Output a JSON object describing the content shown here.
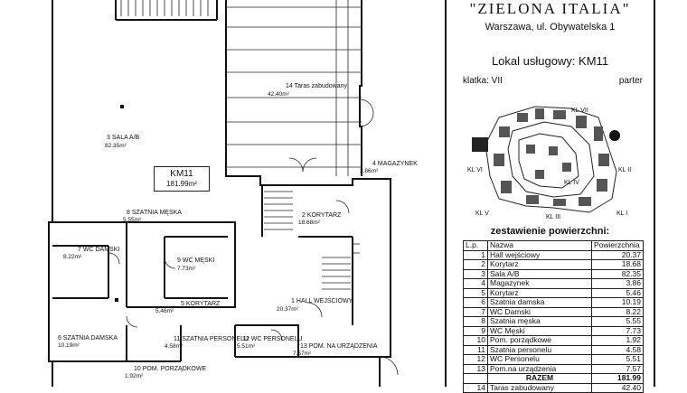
{
  "header": {
    "title": "\"ZIELONA ITALIA\"",
    "address": "Warszawa, ul. Obywatelska 1",
    "lokal": "Lokal usługowy: KM11",
    "klatka": "klatka: VII",
    "level": "parter"
  },
  "sitemap": {
    "labels": [
      "KL VII",
      "KL VI",
      "KL II",
      "KL IV",
      "KL V",
      "KL III",
      "KL I"
    ]
  },
  "unit": {
    "code": "KM11",
    "area": "181.99m²"
  },
  "plan_labels": [
    {
      "num": "3",
      "name": "SALA A/B",
      "area": "82.35m²"
    },
    {
      "num": "14",
      "name": "Taras zabudowany",
      "area": "42.40m²"
    },
    {
      "num": "4",
      "name": "MAGAZYNEK",
      "area": "3.86m²"
    },
    {
      "num": "2",
      "name": "KORYTARZ",
      "area": "18.68m²"
    },
    {
      "num": "8",
      "name": "SZATNIA MĘSKA",
      "area": "5.55m²"
    },
    {
      "num": "7",
      "name": "WC DAMSKI",
      "area": "8.22m²"
    },
    {
      "num": "9",
      "name": "WC MĘSKI",
      "area": "7.73m²"
    },
    {
      "num": "5",
      "name": "KORYTARZ",
      "area": "5.46m²"
    },
    {
      "num": "1",
      "name": "HALL WEJŚCIOWY",
      "area": "20.37m²"
    },
    {
      "num": "6",
      "name": "SZATNIA DAMSKA",
      "area": "10.19m²"
    },
    {
      "num": "11",
      "name": "SZATNIA PERSONELU",
      "area": "4.58m²"
    },
    {
      "num": "12",
      "name": "WC PERSONELU",
      "area": "5.51m²"
    },
    {
      "num": "13",
      "name": "POM. NA URZĄDZENIA",
      "area": "7.57m²"
    },
    {
      "num": "10",
      "name": "POM. PORZĄDKOWE",
      "area": "1.92m²"
    }
  ],
  "table": {
    "heading": "zestawienie powierzchni:",
    "columns": [
      "L.p.",
      "Nazwa",
      "Powierzchnia"
    ],
    "rows": [
      [
        "1",
        "Hall wejściowy",
        "20.37"
      ],
      [
        "2",
        "Korytarz",
        "18.68"
      ],
      [
        "3",
        "Sala A/B",
        "82.35"
      ],
      [
        "4",
        "Magazynek",
        "3.86"
      ],
      [
        "5",
        "Korytarz",
        "5.46"
      ],
      [
        "6",
        "Szatnia damska",
        "10.19"
      ],
      [
        "7",
        "WC Damski",
        "8.22"
      ],
      [
        "8",
        "Szatnia męska",
        "5.55"
      ],
      [
        "9",
        "WC Męski",
        "7.73"
      ],
      [
        "10",
        "Pom. porządkowe",
        "1.92"
      ],
      [
        "11",
        "Szatnia personelu",
        "4.58"
      ],
      [
        "12",
        "WC Personelu",
        "5.51"
      ],
      [
        "13",
        "Pom.na urządzenia",
        "7.57"
      ]
    ],
    "total": [
      "",
      "RAZEM",
      "181.99"
    ],
    "extra": [
      "14",
      "Taras zabudowany",
      "42.40"
    ]
  }
}
